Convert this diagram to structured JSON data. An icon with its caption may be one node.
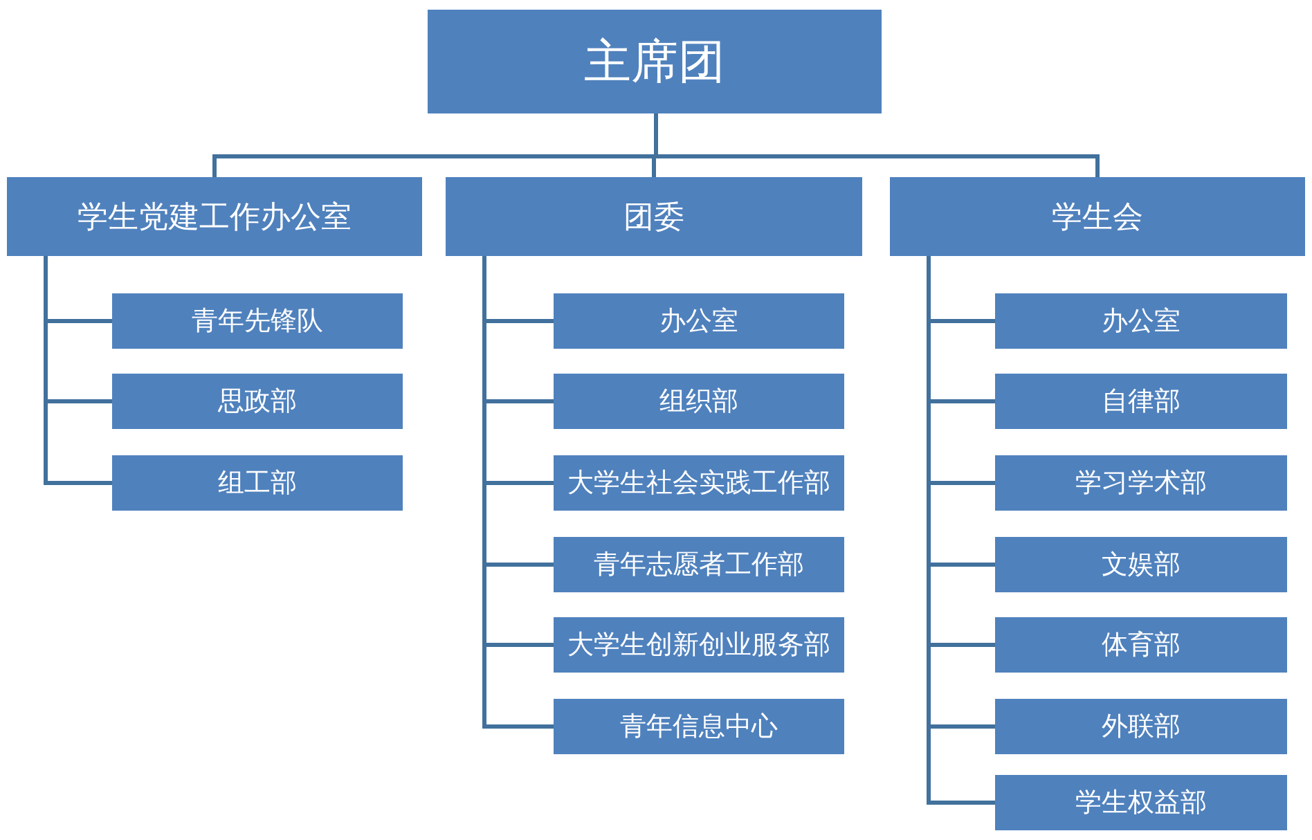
{
  "diagram": {
    "nodes": [
      {
        "text": [
          "主席团"
        ]
      },
      {
        "text": [
          "学生党建工作办公室"
        ]
      },
      {
        "text": [
          "团委"
        ]
      },
      {
        "text": [
          "学生会"
        ]
      },
      {
        "text": [
          "青年先锋队"
        ]
      },
      {
        "text": [
          "思政部"
        ]
      },
      {
        "text": [
          "组工部"
        ]
      },
      {
        "text": [
          "办公室"
        ]
      },
      {
        "text": [
          "组织部"
        ]
      },
      {
        "text": [
          "大学生社会实践工作部"
        ]
      },
      {
        "text": [
          "青年志愿者工作部"
        ]
      },
      {
        "text": [
          "大学生创新创业服务部"
        ]
      },
      {
        "text": [
          "青年信息中心"
        ]
      },
      {
        "text": [
          "办公室"
        ]
      },
      {
        "text": [
          "自律部"
        ]
      },
      {
        "text": [
          "学习学术部"
        ]
      },
      {
        "text": [
          "文娱部"
        ]
      },
      {
        "text": [
          "体育部"
        ]
      },
      {
        "text": [
          "外联部"
        ]
      },
      {
        "text": [
          "学生权益部"
        ]
      }
    ],
    "edges": [
      {
        "from": 0,
        "to": 1,
        "arrow": "none"
      },
      {
        "from": 0,
        "to": 2,
        "arrow": "none"
      },
      {
        "from": 0,
        "to": 3,
        "arrow": "none"
      },
      {
        "from": 1,
        "to": 4,
        "arrow": "none"
      },
      {
        "from": 1,
        "to": 5,
        "arrow": "none"
      },
      {
        "from": 1,
        "to": 6,
        "arrow": "none"
      },
      {
        "from": 2,
        "to": 7,
        "arrow": "none"
      },
      {
        "from": 2,
        "to": 8,
        "arrow": "none"
      },
      {
        "from": 2,
        "to": 9,
        "arrow": "none"
      },
      {
        "from": 2,
        "to": 10,
        "arrow": "none"
      },
      {
        "from": 2,
        "to": 11,
        "arrow": "none"
      },
      {
        "from": 2,
        "to": 12,
        "arrow": "none"
      },
      {
        "from": 3,
        "to": 13,
        "arrow": "none"
      },
      {
        "from": 3,
        "to": 14,
        "arrow": "none"
      },
      {
        "from": 3,
        "to": 15,
        "arrow": "none"
      },
      {
        "from": 3,
        "to": 16,
        "arrow": "none"
      },
      {
        "from": 3,
        "to": 17,
        "arrow": "none"
      },
      {
        "from": 3,
        "to": 18,
        "arrow": "none"
      },
      {
        "from": 3,
        "to": 19,
        "arrow": "none"
      }
    ]
  }
}
